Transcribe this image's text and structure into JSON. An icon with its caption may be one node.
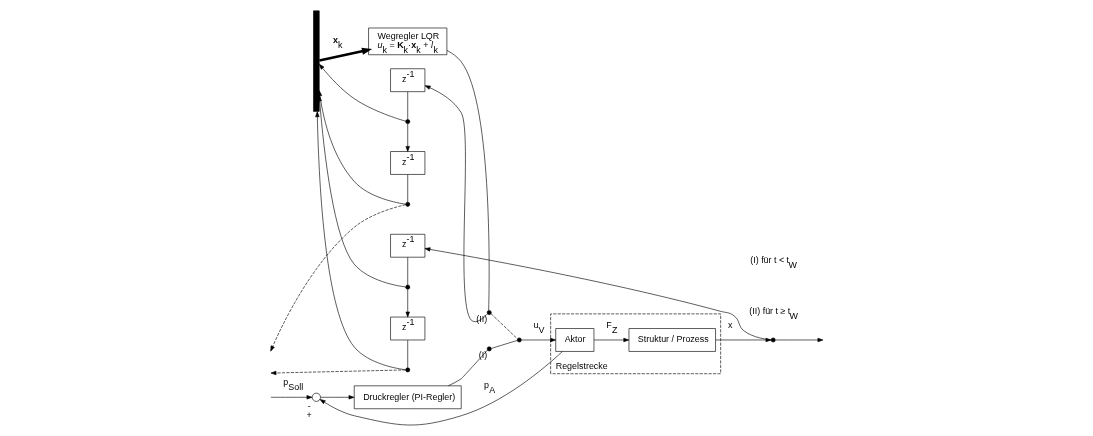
{
  "diagram": {
    "nodes": [
      {
        "text": [],
        "shape": "circle",
        "beside": [
          "-",
          "+"
        ]
      },
      {
        "text": [
          "Druckregler (PI-Regler)"
        ]
      },
      {
        "text": [],
        "shape": "circle",
        "beside": [
          "(I)"
        ]
      },
      {
        "text": [
          "Wegregler LQR",
          "*u*$_{k}$ = **K**$_{k}$·**x**$_{k}$ + *l*$_{k}$"
        ]
      },
      {
        "text": [],
        "shape": "circle",
        "beside": [
          "(II)"
        ]
      },
      {
        "text": [],
        "shape": "circle"
      },
      {
        "text": [
          "Regelstrecke"
        ]
      },
      {
        "text": [
          "Aktor"
        ],
        "in": 6
      },
      {
        "text": [
          "Struktur / Prozess"
        ],
        "in": 6
      },
      {
        "text": [],
        "shape": "circle"
      },
      {
        "text": [],
        "shape": "bar"
      },
      {
        "text": [
          "z$^{-1}$"
        ]
      },
      {
        "text": [],
        "shape": "circle"
      },
      {
        "text": [
          "z$^{-1}$"
        ]
      },
      {
        "text": [],
        "shape": "circle"
      },
      {
        "text": [
          "z$^{-1}$"
        ]
      },
      {
        "text": [],
        "shape": "circle"
      },
      {
        "text": [
          "z$^{-1}$"
        ]
      },
      {
        "text": [],
        "shape": "circle"
      }
    ],
    "edges": [
      {
        "from": null,
        "to": 0,
        "arrow": "to",
        "label": "p$_{Soll}$"
      },
      {
        "from": 0,
        "to": 1,
        "arrow": "to"
      },
      {
        "from": 1,
        "to": 2,
        "arrow": "none"
      },
      {
        "from": 2,
        "to": 5,
        "arrow": "none"
      },
      {
        "from": 3,
        "to": 4,
        "arrow": "none"
      },
      {
        "from": 4,
        "to": 5,
        "arrow": "none",
        "style": "dashed"
      },
      {
        "from": 5,
        "to": 7,
        "arrow": "to",
        "label": "u$_{V}$"
      },
      {
        "from": 7,
        "to": 0,
        "arrow": "to",
        "label": "p$_{A}$"
      },
      {
        "from": 7,
        "to": 8,
        "arrow": "to",
        "label": "F$_{Z}$"
      },
      {
        "from": 8,
        "to": 9,
        "arrow": "to",
        "label": "x"
      },
      {
        "from": 9,
        "to": null,
        "arrow": "to"
      },
      {
        "from": 4,
        "to": 11,
        "arrow": "to"
      },
      {
        "from": 11,
        "to": 12,
        "arrow": "none"
      },
      {
        "from": 12,
        "to": 10,
        "arrow": "to"
      },
      {
        "from": 12,
        "to": 15,
        "arrow": "to"
      },
      {
        "from": 15,
        "to": 14,
        "arrow": "none"
      },
      {
        "from": 14,
        "to": 10,
        "arrow": "to"
      },
      {
        "from": 14,
        "to": null,
        "arrow": "to",
        "style": "dashed"
      },
      {
        "from": 9,
        "to": 13,
        "arrow": "to"
      },
      {
        "from": 13,
        "to": 16,
        "arrow": "none"
      },
      {
        "from": 16,
        "to": 10,
        "arrow": "to"
      },
      {
        "from": 16,
        "to": 17,
        "arrow": "to"
      },
      {
        "from": 17,
        "to": 18,
        "arrow": "none"
      },
      {
        "from": 18,
        "to": 10,
        "arrow": "to"
      },
      {
        "from": 18,
        "to": null,
        "arrow": "to",
        "style": "dashed"
      },
      {
        "from": 10,
        "to": 3,
        "arrow": "to",
        "label": "**x**$_{k}$",
        "style": "thick"
      }
    ],
    "labels": [
      "(I) für t < t$_{W}$",
      "(II) für t ≥ t$_{W}$"
    ]
  }
}
